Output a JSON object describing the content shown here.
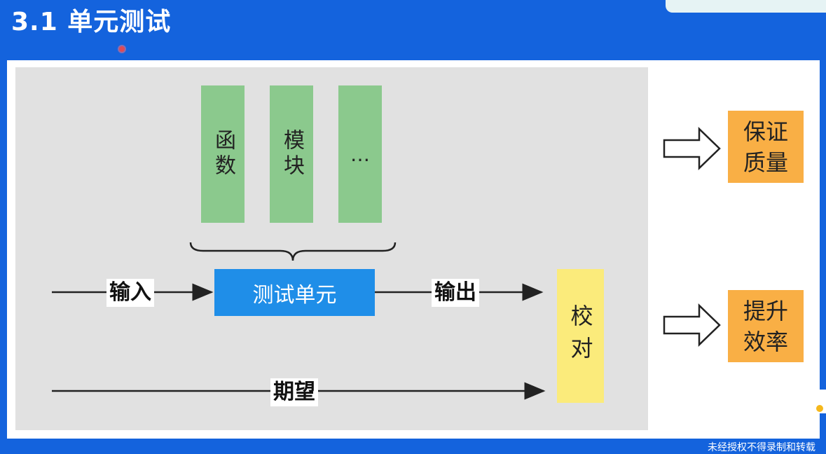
{
  "slide": {
    "title": "3.1 单元测试"
  },
  "diagram": {
    "blocks": [
      {
        "label": "函数"
      },
      {
        "label": "模块"
      },
      {
        "label": "…"
      }
    ],
    "unit_label": "测试单元",
    "input_label": "输入",
    "output_label": "输出",
    "expected_label": "期望",
    "check_label": "校对",
    "outcomes": [
      "保证质量",
      "提升效率"
    ]
  },
  "footer": {
    "text": "未经授权不得录制和转载"
  },
  "colors": {
    "background": "#1463dd",
    "panel": "#e1e1e1",
    "green": "#8bc98d",
    "blue": "#1f8ee8",
    "yellow": "#fbeb7b",
    "orange": "#f9af45"
  }
}
